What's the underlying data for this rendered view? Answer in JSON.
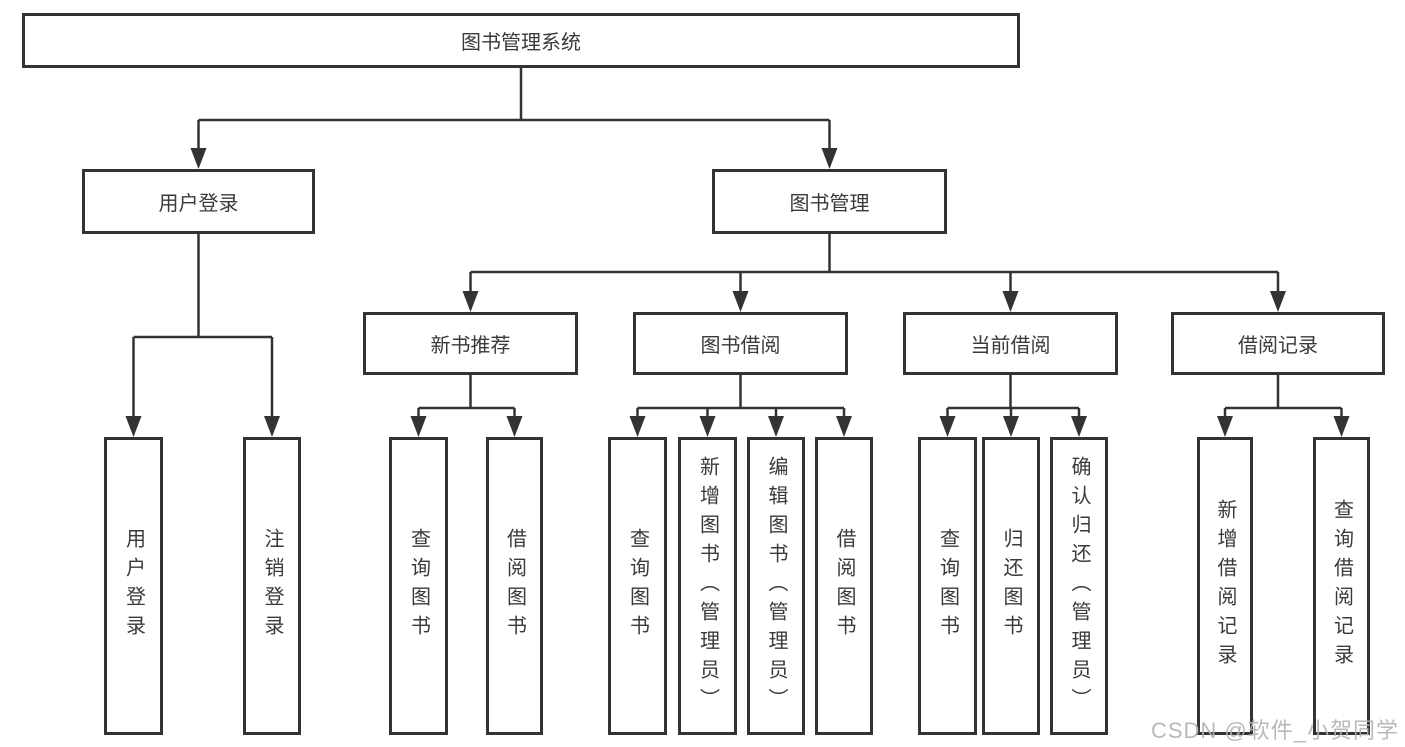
{
  "diagram": {
    "root": {
      "label": "图书管理系统"
    },
    "branches": [
      {
        "label": "用户登录",
        "leaves": [
          {
            "label": "用户登录"
          },
          {
            "label": "注销登录"
          }
        ]
      },
      {
        "label": "图书管理",
        "groups": [
          {
            "label": "新书推荐",
            "leaves": [
              {
                "label": "查询图书"
              },
              {
                "label": "借阅图书"
              }
            ]
          },
          {
            "label": "图书借阅",
            "leaves": [
              {
                "label": "查询图书"
              },
              {
                "label": "新增图书（管理员）"
              },
              {
                "label": "编辑图书（管理员）"
              },
              {
                "label": "借阅图书"
              }
            ]
          },
          {
            "label": "当前借阅",
            "leaves": [
              {
                "label": "查询图书"
              },
              {
                "label": "归还图书"
              },
              {
                "label": "确认归还（管理员）"
              }
            ]
          },
          {
            "label": "借阅记录",
            "leaves": [
              {
                "label": "新增借阅记录"
              },
              {
                "label": "查询借阅记录"
              }
            ]
          }
        ]
      }
    ]
  },
  "watermark": "CSDN @软件_小贺同学",
  "colors": {
    "line": "#333333",
    "text": "#3a3a3a",
    "background": "#ffffff",
    "watermark": "#b3b3b3"
  }
}
